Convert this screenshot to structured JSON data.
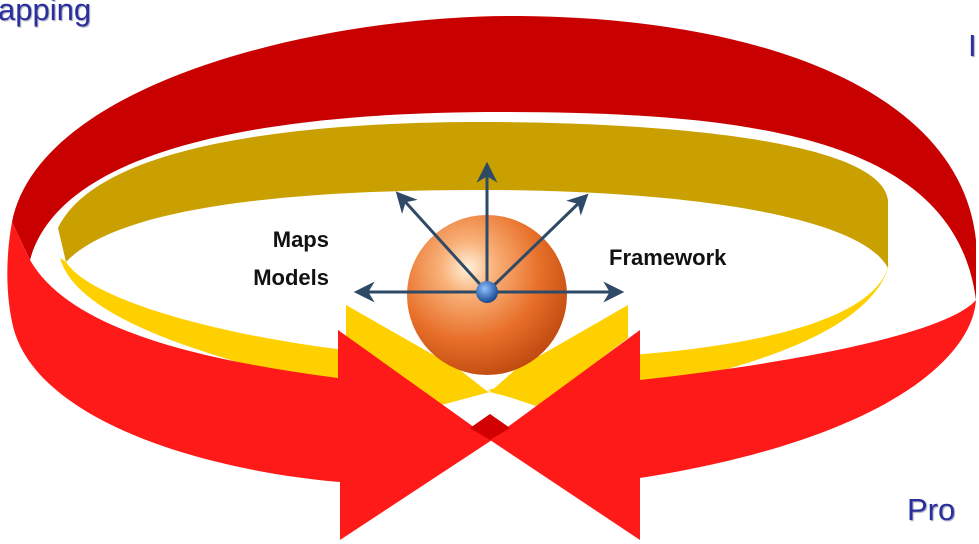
{
  "labels": {
    "top_left": "apping",
    "top_right": "I",
    "bottom_right": "Pro",
    "center_left_line1": "Maps",
    "center_left_line2": "Models",
    "center_right": "Framework"
  },
  "colors": {
    "outer_ring_dark": "#c80000",
    "outer_ring_bright": "#ff1a1a",
    "inner_band_dark": "#c9a000",
    "inner_band_bright": "#ffd000",
    "sphere": "#e8702a",
    "axis_arrows": "#2e4a66",
    "origin_dot": "#1f5fb0",
    "corner_text": "#2a2f9e"
  },
  "icons": {
    "sphere": "orange-sphere-icon",
    "axes": "vector-arrows-icon"
  }
}
